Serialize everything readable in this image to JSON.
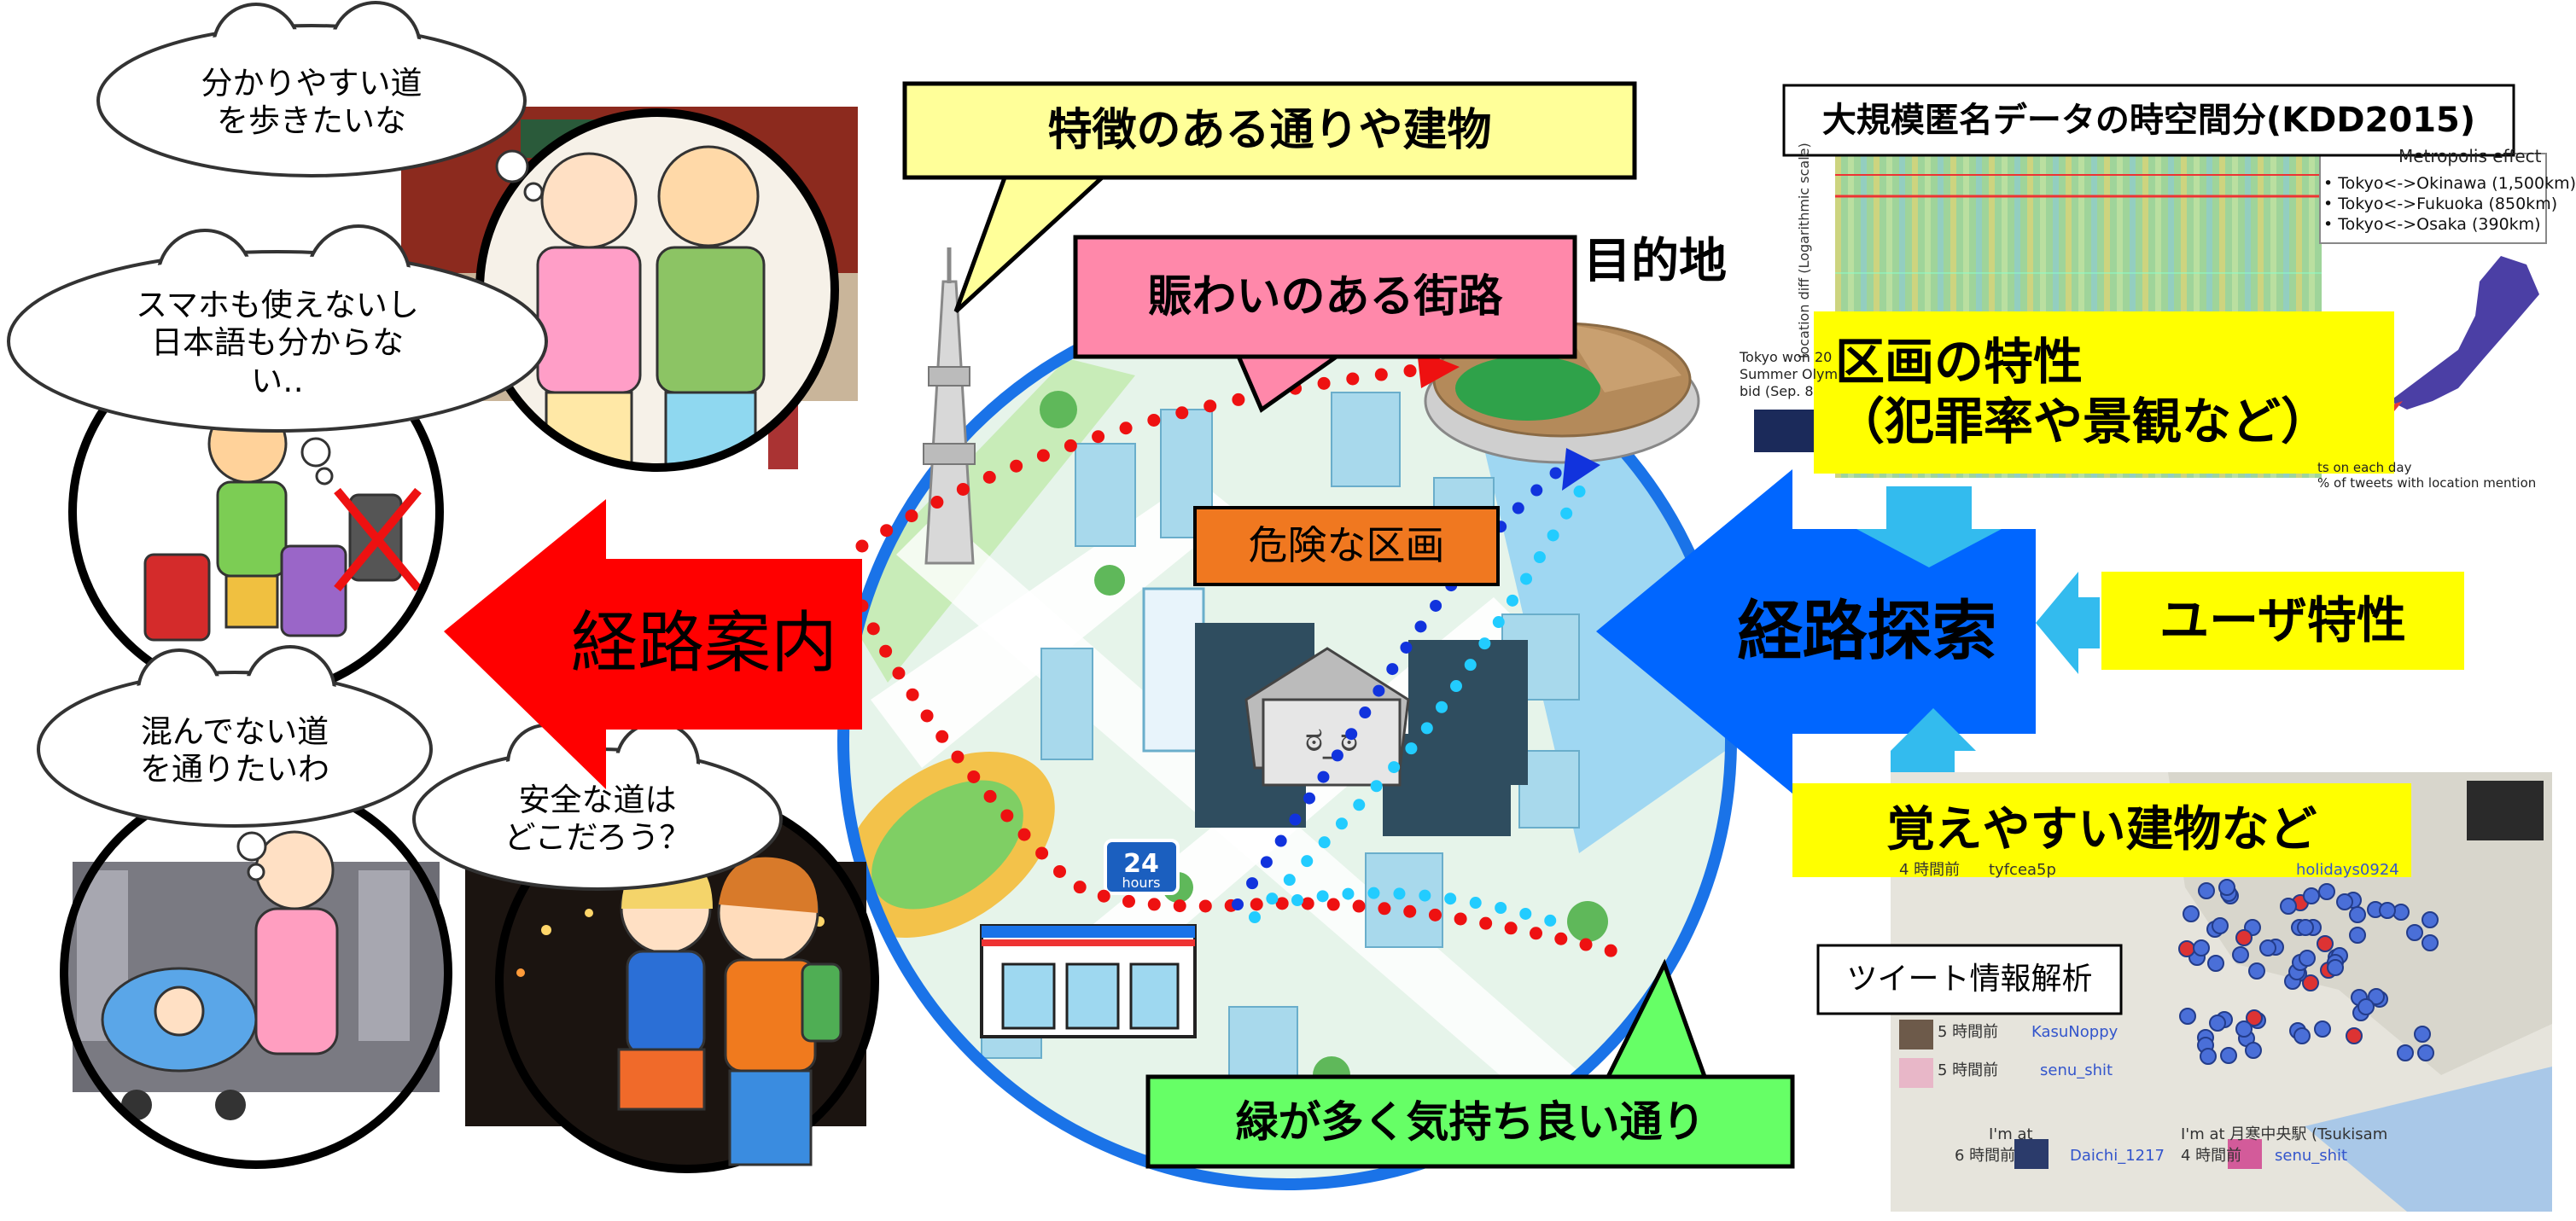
{
  "bubbles": {
    "easy_road": "分かりやすい道\nを歩きたいな",
    "no_smartphone": "スマホも使えないし\n日本語も分からな\nい‥",
    "not_crowded": "混んでない道\nを通りたいわ",
    "safe_road": "安全な道は\nどこだろう？"
  },
  "callouts": {
    "featured_streets": "特徴のある通りや建物",
    "busy_street": "賑わいのある街路",
    "destination": "目的地",
    "dangerous_area": "危険な区画",
    "green_street": "緑が多く気持ち良い通り"
  },
  "arrows": {
    "route_guidance": "経路案内",
    "route_search": "経路探索"
  },
  "factors": {
    "zone_characteristics": "区画の特性\n（犯罪率や景観など）",
    "user_characteristics": "ユーザ特性",
    "memorable_buildings": "覚えやすい建物など"
  },
  "research": {
    "kdd_title": "大規模匿名データの時空間分(KDD2015)",
    "tweet_analysis": "ツイート情報解析",
    "metropolis_effect": "Metropolis effect",
    "legend": [
      "• Tokyo<->Okinawa (1,500km)",
      "• Tokyo<->Fukuoka (850km)",
      "• Tokyo<->Osaka (390km)"
    ],
    "y_axis_label": "location diff (Logarithmic scale)",
    "olympic_note": [
      "Tokyo won 20",
      "Summer Olym",
      "bid (Sep. 8"
    ],
    "tweets_note": [
      "ts on each day",
      "% of tweets with location mention"
    ],
    "map_labels": [
      "4 時間前",
      "tyfcea5p",
      "holidays0924",
      "5 時間前",
      "KasuNoppy",
      "5 時間前",
      "senu_shit",
      "I'm at",
      "I'm at 月寒中央駅 (Tsukisam",
      "6 時間前",
      "Daichi_1217",
      "4 時間前",
      "senu_shit"
    ]
  },
  "badge": {
    "number": "24",
    "unit": "hours"
  },
  "colors": {
    "red_arrow": "#ff0000",
    "blue_arrow": "#0066ff",
    "connector": "#33bbee",
    "yellow_box": "#ffff00",
    "pale_yellow": "#ffff99",
    "pink": "#ff88aa",
    "green": "#66ff66",
    "orange": "#f07820",
    "dots_red": "#ee1111",
    "dots_blue": "#1133dd",
    "dots_cyan": "#22ccff"
  }
}
